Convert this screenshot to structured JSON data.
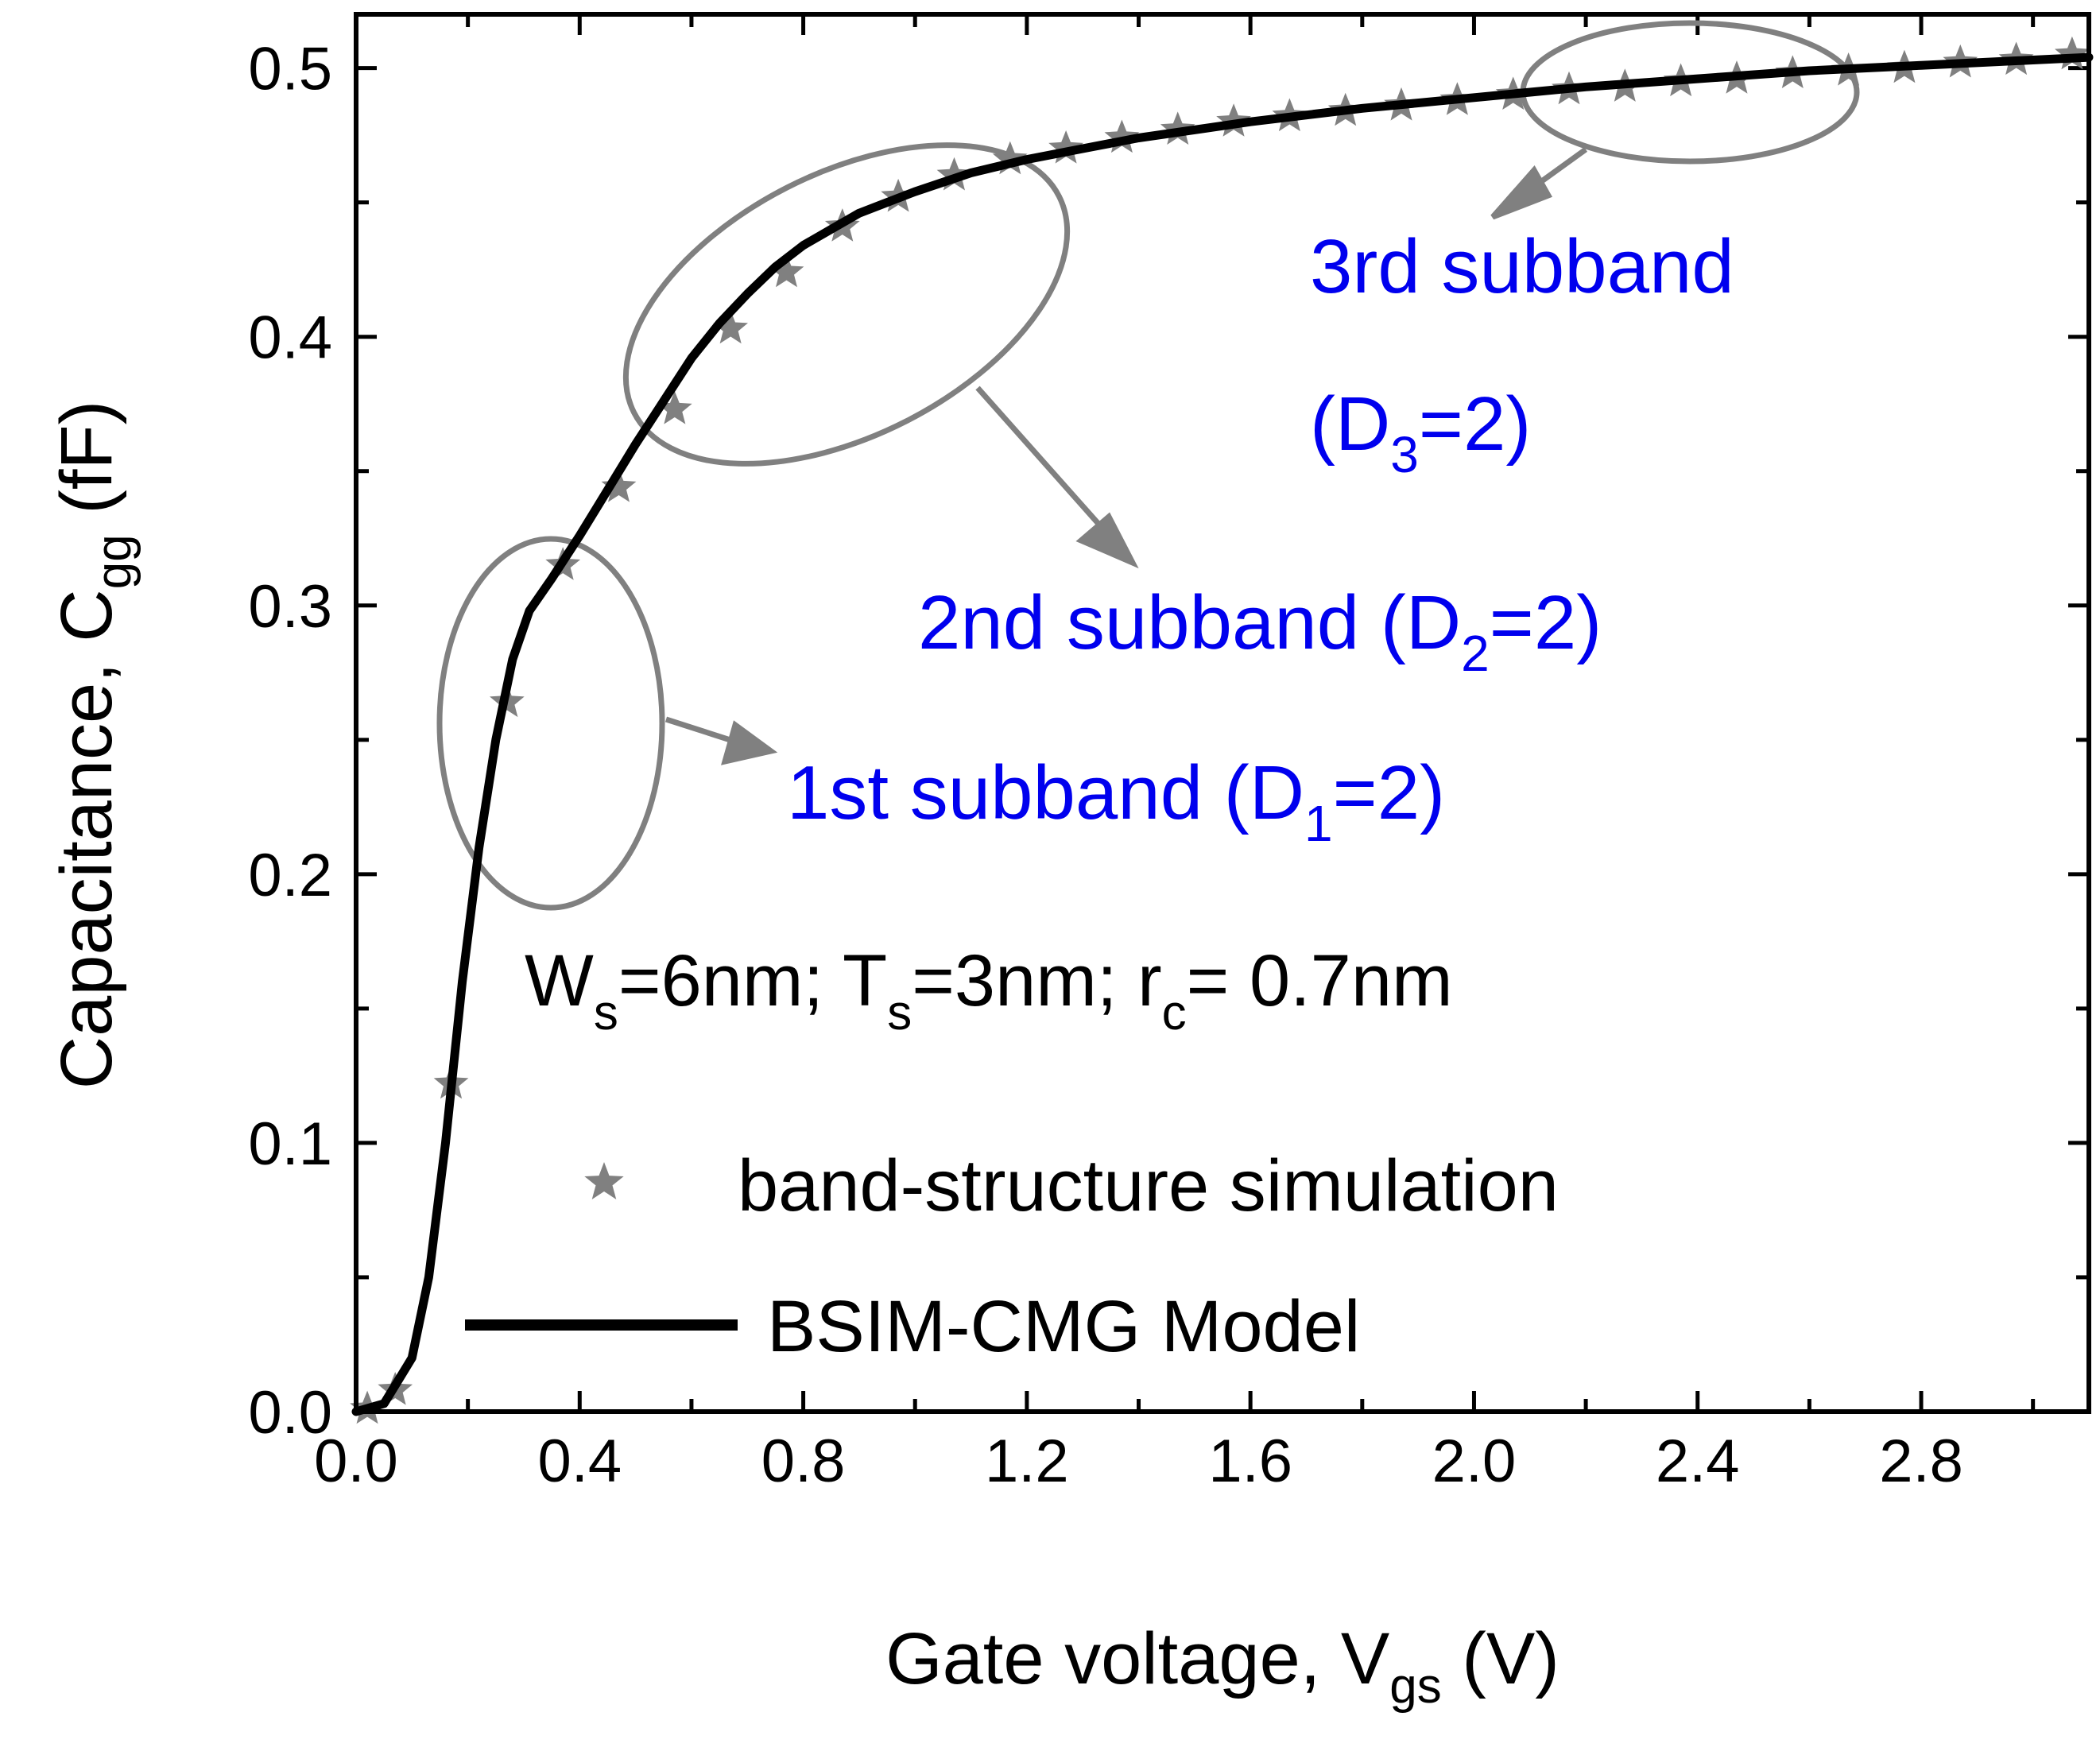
{
  "chart_data": {
    "type": "line",
    "xlabel": {
      "main": "Gate voltage, V",
      "sub": "gs",
      "unit": " (V)"
    },
    "ylabel": {
      "main": "Capacitance, C",
      "sub": "gg",
      "unit": "  (fF)"
    },
    "xlim": [
      0.0,
      3.1
    ],
    "ylim": [
      0.0,
      0.52
    ],
    "x_ticks": [
      "0.0",
      "0.4",
      "0.8",
      "1.2",
      "1.6",
      "2.0",
      "2.4",
      "2.8"
    ],
    "y_ticks": [
      "0.0",
      "0.1",
      "0.2",
      "0.3",
      "0.4",
      "0.5"
    ],
    "grid": false,
    "legend_position": "bottom-right",
    "colors": {
      "markers": "#808080",
      "model": "#000000",
      "annotation_text": "#0000ee",
      "ellipse": "#808080"
    },
    "series": [
      {
        "name": "band-structure simulation",
        "marker": "star",
        "x": [
          0.02,
          0.07,
          0.17,
          0.27,
          0.37,
          0.47,
          0.57,
          0.67,
          0.77,
          0.87,
          0.97,
          1.07,
          1.17,
          1.27,
          1.37,
          1.47,
          1.57,
          1.67,
          1.77,
          1.87,
          1.97,
          2.07,
          2.17,
          2.27,
          2.37,
          2.47,
          2.57,
          2.67,
          2.77,
          2.87,
          2.97,
          3.07
        ],
        "y": [
          0.001,
          0.008,
          0.122,
          0.264,
          0.315,
          0.344,
          0.373,
          0.403,
          0.424,
          0.441,
          0.452,
          0.46,
          0.466,
          0.47,
          0.474,
          0.477,
          0.48,
          0.482,
          0.484,
          0.486,
          0.488,
          0.49,
          0.492,
          0.493,
          0.495,
          0.496,
          0.498,
          0.499,
          0.5,
          0.502,
          0.503,
          0.505
        ]
      },
      {
        "name": "BSIM-CMG Model",
        "marker": "line",
        "x": [
          0.0,
          0.05,
          0.1,
          0.13,
          0.16,
          0.19,
          0.22,
          0.25,
          0.28,
          0.31,
          0.35,
          0.4,
          0.45,
          0.5,
          0.55,
          0.6,
          0.65,
          0.7,
          0.75,
          0.8,
          0.9,
          1.0,
          1.1,
          1.2,
          1.3,
          1.4,
          1.6,
          1.8,
          2.0,
          2.2,
          2.4,
          2.6,
          2.8,
          3.0,
          3.1
        ],
        "y": [
          0.0,
          0.003,
          0.02,
          0.05,
          0.1,
          0.16,
          0.21,
          0.25,
          0.28,
          0.298,
          0.31,
          0.326,
          0.343,
          0.36,
          0.376,
          0.392,
          0.405,
          0.416,
          0.426,
          0.434,
          0.446,
          0.454,
          0.461,
          0.466,
          0.47,
          0.474,
          0.48,
          0.485,
          0.489,
          0.493,
          0.496,
          0.499,
          0.501,
          0.503,
          0.504
        ]
      }
    ],
    "annotations": [
      {
        "label_main": "1st subband (D",
        "label_sub": "1",
        "label_end": "=2)"
      },
      {
        "label_main": "2nd subband (D",
        "label_sub": "2",
        "label_end": "=2)"
      },
      {
        "label_line1": "3rd subband",
        "label_main": "(D",
        "label_sub": "3",
        "label_end": "=2)"
      }
    ],
    "parameters": {
      "w_main": "W",
      "w_sub": "s",
      "w_val": "=6nm; ",
      "t_main": "T",
      "t_sub": "s",
      "t_val": "=3nm; ",
      "r_main": "r",
      "r_sub": "c",
      "r_val": "= 0.7nm"
    }
  }
}
